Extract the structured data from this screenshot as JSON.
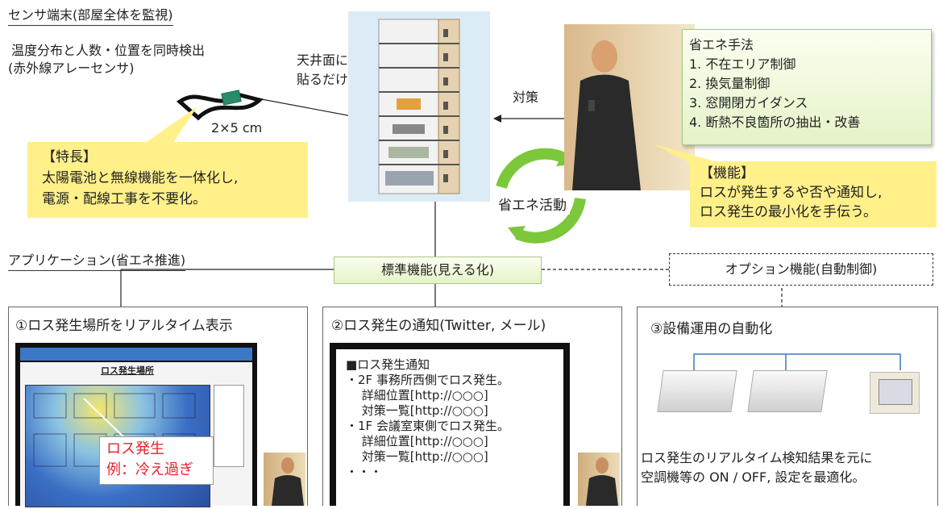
{
  "sensor": {
    "heading": "センサ端末(部屋全体を監視)",
    "desc_line1": "温度分布と人数・位置を同時検出",
    "desc_line2": "(赤外線アレーセンサ)",
    "size": "2×5 cm"
  },
  "ceiling": {
    "line1": "天井面に",
    "line2": "貼るだけ"
  },
  "features": {
    "title": "【特長】",
    "line1": "太陽電池と無線機能を一体化し,",
    "line2": "電源・配線工事を不要化。"
  },
  "countermeasure_label": "対策",
  "methods": {
    "title": "省エネ手法",
    "items": [
      "1. 不在エリア制御",
      "2. 換気量制御",
      "3. 窓開閉ガイダンス",
      "4. 断熱不良箇所の抽出・改善"
    ]
  },
  "function": {
    "title": "【機能】",
    "line1": "ロスが発生するや否や通知し,",
    "line2": "ロス発生の最小化を手伝う。"
  },
  "cycle_label": "省エネ活動",
  "app_heading": "アプリケーション(省エネ推進)",
  "standard_label": "標準機能(見える化)",
  "option_label": "オプション機能(自動制御)",
  "panel1": {
    "title": "①ロス発生場所をリアルタイム表示",
    "screen_title": "ロス発生場所",
    "callout_line1": "ロス発生",
    "callout_line2": "例：冷え過ぎ"
  },
  "panel2": {
    "title": "②ロス発生の通知(Twitter, メール)",
    "lines": [
      "■ロス発生通知",
      "・2F 事務所西側でロス発生。",
      "　 詳細位置[http://○○○]",
      "　 対策一覧[http://○○○]",
      "・1F 会議室東側でロス発生。",
      "　 詳細位置[http://○○○]",
      "　 対策一覧[http://○○○]",
      "・・・"
    ]
  },
  "panel3": {
    "title": "③設備運用の自動化",
    "line1": "ロス発生のリアルタイム検知結果を元に",
    "line2": "空調機等の ON / OFF, 設定を最適化。"
  },
  "colors": {
    "yellow": "#fff08a",
    "green_cycle": "#7cc73a",
    "callout_red": "#e8202a"
  }
}
